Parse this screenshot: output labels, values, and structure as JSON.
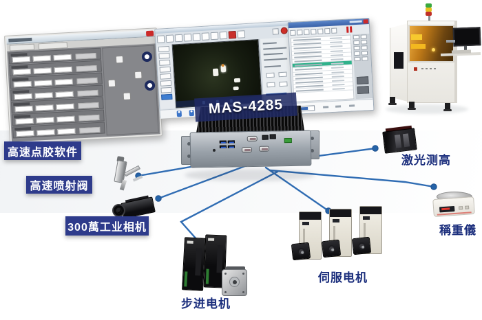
{
  "controller": {
    "model_label": "MAS-4285"
  },
  "badges": [
    {
      "id": "dispensing-software",
      "label": "高速点胶软件"
    },
    {
      "id": "jet-valve",
      "label": "高速喷射阀"
    },
    {
      "id": "industrial-camera",
      "label": "300萬工业相机"
    }
  ],
  "labels": [
    {
      "id": "stepper-motor",
      "label": "步进电机"
    },
    {
      "id": "servo-motor",
      "label": "伺服电机"
    },
    {
      "id": "laser-height-sensor",
      "label": "激光测高"
    },
    {
      "id": "weighing-scale",
      "label": "稱重儀"
    }
  ],
  "icons": {
    "window_close": "close-icon",
    "signal_tower": "tower-light-icon"
  },
  "colors": {
    "badge_bg": "#2e3b8b",
    "mas_badge_bg": "rgba(31,42,100,0.86)",
    "label_text": "#1c2f7d",
    "connection_line": "#2f6cb3",
    "node_dot": "#2563a8",
    "selected_row_green": "#2fb28b",
    "titlebar_blue": "#3f6cb8",
    "machine_window_amber": "#c07a18"
  }
}
